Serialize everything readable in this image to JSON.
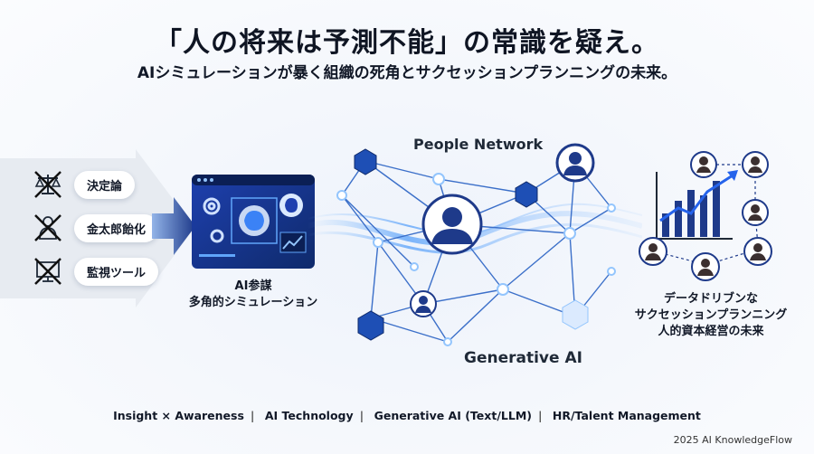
{
  "header": {
    "title": "「人の将来は予測不能」の常識を疑え。",
    "subtitle": "AIシミュレーションが暴く組織の死角とサクセッションプランニングの未来。"
  },
  "left_items": [
    {
      "label": "決定論",
      "icon": "scale-crossed-icon"
    },
    {
      "label": "金太郎飴化",
      "icon": "person-crossed-icon"
    },
    {
      "label": "監視ツール",
      "icon": "monitor-crossed-icon"
    }
  ],
  "simulator": {
    "caption_line1": "AI参謀",
    "caption_line2": "多角的シミュレーション"
  },
  "network": {
    "top_label": "People Network",
    "bottom_label": "Generative AI"
  },
  "right_panel": {
    "caption_line1": "データドリブンな",
    "caption_line2": "サクセッションプランニング",
    "caption_line3": "人的資本経営の未来"
  },
  "footer": {
    "tags": [
      "Insight × Awareness",
      "AI Technology",
      "Generative AI (Text/LLM)",
      "HR/Talent Management"
    ]
  },
  "copyright": "2025 AI KnowledgeFlow",
  "colors": {
    "navy": "#1e3a8a",
    "blue": "#2563eb",
    "light_blue": "#93c5fd",
    "text": "#111827"
  }
}
